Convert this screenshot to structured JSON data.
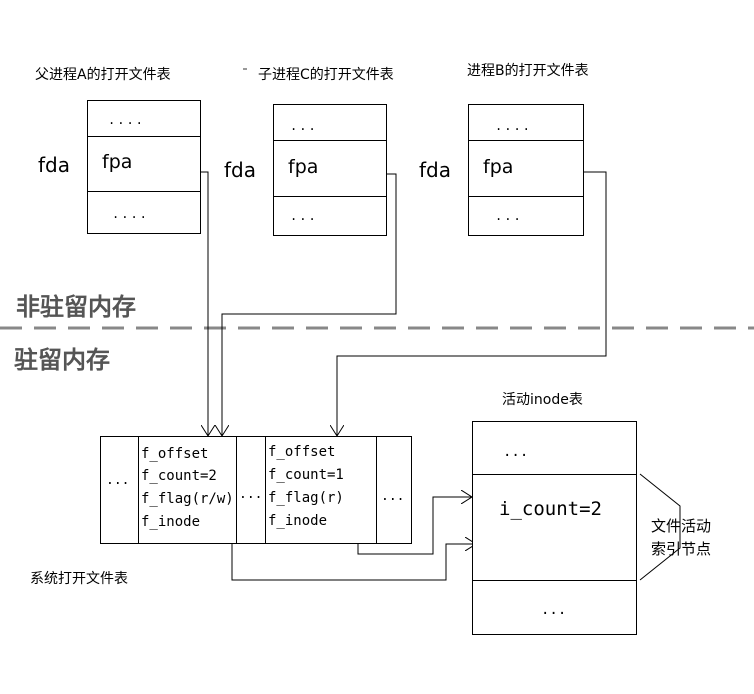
{
  "titles": {
    "parent_a": "父进程A的打开文件表",
    "child_c": "子进程C的打开文件表",
    "proc_b": "进程B的打开文件表",
    "active_inode": "活动inode表",
    "sys_table": "系统打开文件表",
    "active_node_line1": "文件活动",
    "active_node_line2": "索引节点"
  },
  "regions": {
    "non_resident": "非驻留内存",
    "resident": "驻留内存"
  },
  "proc_table": {
    "fd_label": "fda",
    "ptr_label": "fpa",
    "top_dots_a": "....",
    "bottom_dots_a": "....",
    "top_dots_c": "...",
    "bottom_dots_c": "...",
    "top_dots_b": "....",
    "bottom_dots_b": "..."
  },
  "sys_entries": {
    "left_dots": "...",
    "mid_dots": "...",
    "right_dots": "...",
    "entry1": [
      "f_offset",
      "f_count=2",
      "f_flag(r/w)",
      "f_inode"
    ],
    "entry2": [
      "f_offset",
      "f_count=1",
      "f_flag(r)",
      "f_inode"
    ]
  },
  "inode_table": {
    "top_dots": "...",
    "count": "i_count=2",
    "bottom_dots": "..."
  },
  "separator_color": "#888888"
}
